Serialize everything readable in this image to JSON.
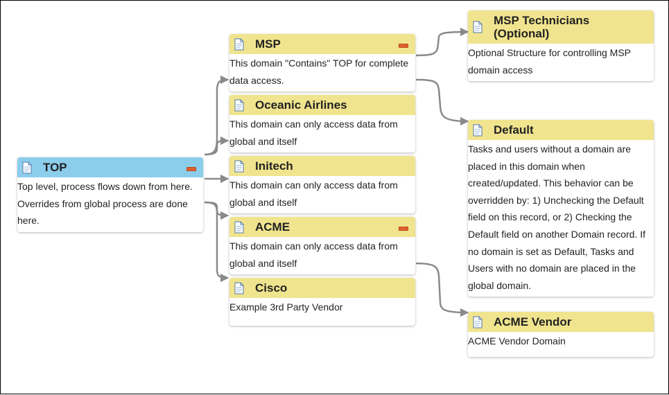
{
  "nodes": {
    "top": {
      "title": "TOP",
      "description": "Top level, process flows down from here. Overrides from global process are done here."
    },
    "msp": {
      "title": "MSP",
      "description": "This domain \"Contains\" TOP for complete data access."
    },
    "oceanic": {
      "title": "Oceanic Airlines",
      "description": "This domain can only access data from global and itself"
    },
    "initech": {
      "title": "Initech",
      "description": "This domain can only access data from global and itself"
    },
    "acme": {
      "title": "ACME",
      "description": "This domain can only access data from global and itself"
    },
    "cisco": {
      "title": "Cisco",
      "description": "Example 3rd Party Vendor"
    },
    "msp_tech": {
      "title": "MSP Technicians (Optional)",
      "description": "Optional Structure for controlling MSP domain access"
    },
    "default": {
      "title": "Default",
      "description": "Tasks and users without a domain are placed in this domain when created/updated. This behavior can be overridden by: 1) Unchecking the Default field on this record, or 2) Checking the Default field on another Domain record. If no domain is set as Default, Tasks and Users with no domain are placed in the global domain."
    },
    "acme_vendor": {
      "title": "ACME Vendor",
      "description": "ACME Vendor Domain"
    }
  },
  "colors": {
    "header_yellow": "#f0e48e",
    "header_blue": "#8ccdeb",
    "connector": "#8a8a8a",
    "collapse_toggle": "#e2602a"
  },
  "icons": {
    "node": "document-icon",
    "toggle": "collapse-toggle-icon"
  }
}
